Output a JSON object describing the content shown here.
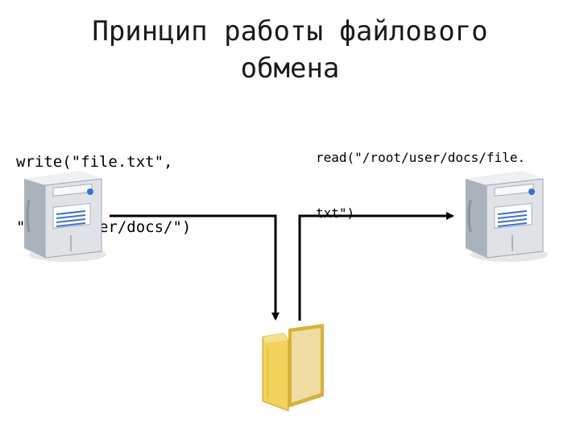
{
  "slide": {
    "title_line1": "Принцип работы файлового",
    "title_line2": "обмена"
  },
  "left_node": {
    "call_line1": "write(\"file.txt\",",
    "call_line2": "\"/root/user/docs/\")",
    "icon": "server-icon"
  },
  "right_node": {
    "call_line1": "read(\"/root/user/docs/file.",
    "call_line2": "txt\")",
    "icon": "server-icon"
  },
  "storage": {
    "icon": "folder-icon"
  },
  "colors": {
    "server_body": "#dfe3e8",
    "server_side": "#9aa3ad",
    "server_accent": "#3a6fd8",
    "folder_front": "#f2d25a",
    "folder_back": "#d9b234",
    "arrow": "#000000"
  }
}
